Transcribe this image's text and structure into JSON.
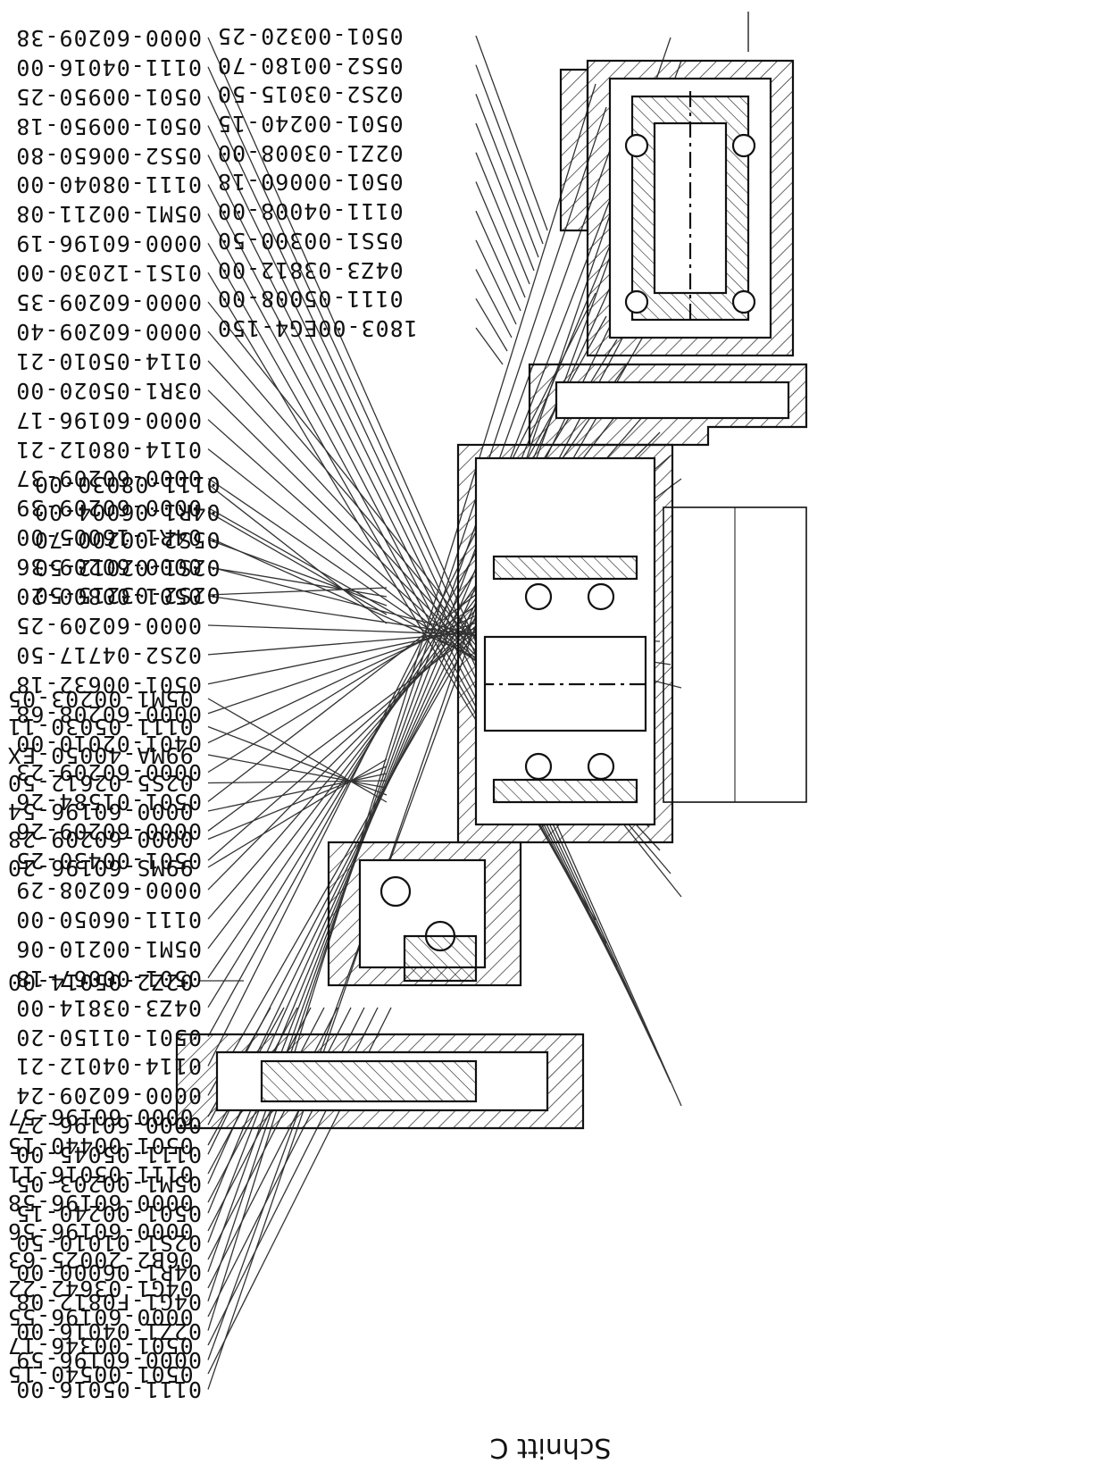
{
  "title": "Schnitt C",
  "right_column": [
    "0000-60209-38",
    "0111-04016-00",
    "0501-00950-25",
    "0501-00950-18",
    "05S2-00650-80",
    "0111-08040-00",
    "05M1-00211-08",
    "0000-60196-19",
    "01S1-12030-00",
    "0000-60209-35",
    "0000-60209-40",
    "0114-05010-21",
    "03R1-05020-00",
    "0000-60196-17",
    "0114-08012-21",
    "0000-60209-37",
    "0000-60209-39",
    "04R1-16005-00",
    "0000-60209-36",
    "0501-00800-20",
    "0000-60209-25",
    "02S2-04717-50",
    "0501-00632-18",
    "0000-60208-68",
    "0401-02010-00",
    "0000-60209-23",
    "0501-01584-26",
    "0000-60209-26",
    "0501-00430-25",
    "0000-60208-29",
    "0111-06050-00",
    "05M1-00210-06",
    "0501-00067-18",
    "04Z3-03814-00",
    "0501-01150-20",
    "0114-04012-21",
    "0000-60209-24",
    "0000-60196-27",
    "0111-05045-00",
    "05M1-00203-05",
    "0501-00240-15",
    "02S1-01010-50",
    "04R1-06000-00",
    "04G1-F0812-08",
    "02Z1-04016-00",
    "0000-60196-59",
    "0111-05016-00"
  ],
  "top_left_column": [
    "0501-00320-25",
    "05S2-00180-70",
    "02S2-03015-50",
    "0501-00240-15",
    "02Z1-03008-00",
    "0501-00060-18",
    "0111-04008-00",
    "05S1-00300-50",
    "04Z3-03812-00",
    "0111-05008-00",
    "1803-00EG4-150"
  ],
  "mid_left_column": [
    "0111-08030-00",
    "04R1-06004-00",
    "05S2-00200-70",
    "02S1-02012-50",
    "02S2-03215-50"
  ],
  "lower_left_column": [
    "05M1-00203-05",
    "0111-05030-11",
    "99MA-40050-EX",
    "02S5-02612-50",
    "0000-60196-54",
    "0000-60209-28",
    "99MS-60196-20"
  ],
  "bottom_left_single": [
    "02Z2-05014-00"
  ],
  "bottom_left_column": [
    "0000-60196-57",
    "0501-00440-15",
    "0111-05016-11",
    "0000-60196-58",
    "0000-60196-56",
    "06B2-20025-63",
    "04G1-03642-22",
    "0000-60196-55",
    "0501-00346-17",
    "0501-00540-15"
  ]
}
